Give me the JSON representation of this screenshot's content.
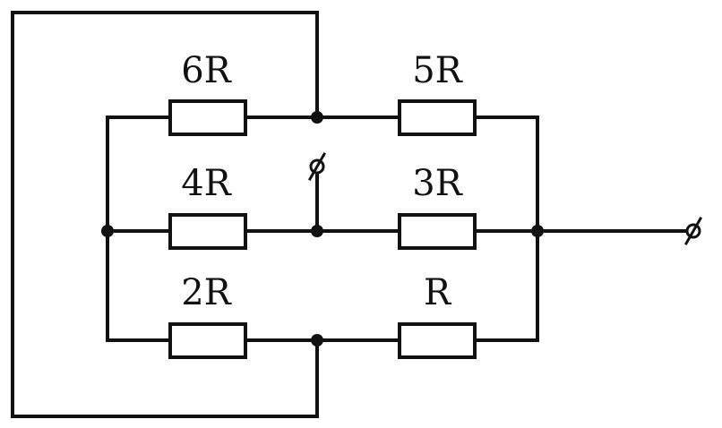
{
  "resistors": {
    "r_top_left": "6R",
    "r_top_right": "5R",
    "r_mid_left": "4R",
    "r_mid_right": "3R",
    "r_bot_left": "2R",
    "r_bot_right": "R"
  },
  "colors": {
    "line": "#111111",
    "background": "#ffffff"
  }
}
